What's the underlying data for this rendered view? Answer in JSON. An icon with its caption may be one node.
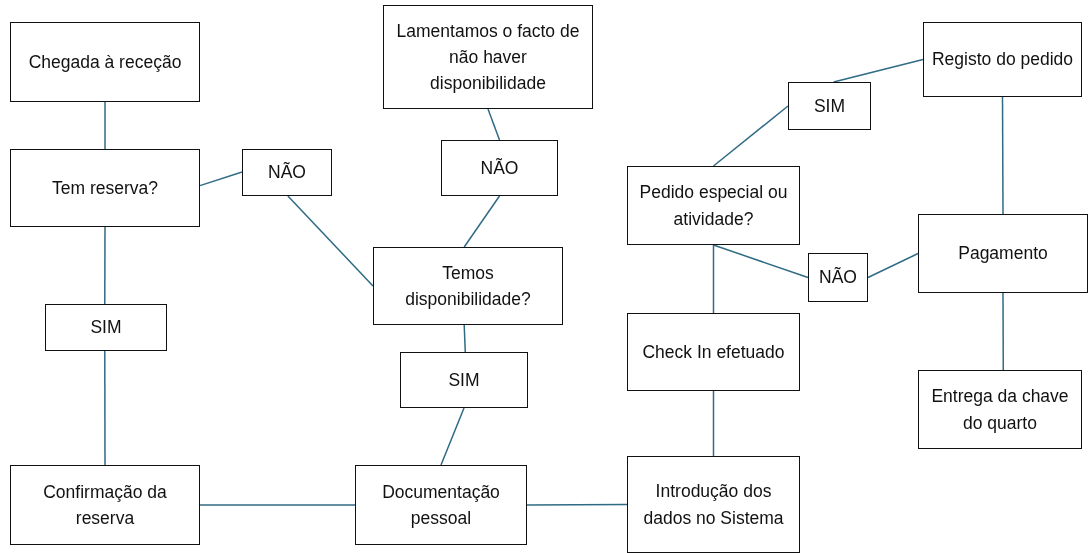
{
  "diagram": {
    "nodes": [
      {
        "text": [
          "Chegada à receção"
        ]
      },
      {
        "text": [
          "Tem reserva?"
        ]
      },
      {
        "text": [
          "NÃO"
        ]
      },
      {
        "text": [
          "SIM"
        ]
      },
      {
        "text": [
          "Confirmação da reserva"
        ]
      },
      {
        "text": [
          "Lamentamos o facto de não haver disponibilidade"
        ]
      },
      {
        "text": [
          "NÃO"
        ]
      },
      {
        "text": [
          "Temos disponibilidade?"
        ]
      },
      {
        "text": [
          "SIM"
        ]
      },
      {
        "text": [
          "Documentação pessoal"
        ]
      },
      {
        "text": [
          "Introdução dos dados no Sistema"
        ]
      },
      {
        "text": [
          "Check In efetuado"
        ]
      },
      {
        "text": [
          "Pedido especial ou atividade?"
        ]
      },
      {
        "text": [
          "SIM"
        ]
      },
      {
        "text": [
          "Registo do pedido"
        ]
      },
      {
        "text": [
          "NÃO"
        ]
      },
      {
        "text": [
          "Pagamento"
        ]
      },
      {
        "text": [
          "Entrega da chave do quarto"
        ]
      }
    ],
    "edges": [
      {
        "from": 0,
        "to": 1,
        "arrow": "none"
      },
      {
        "from": 1,
        "to": 2,
        "arrow": "none"
      },
      {
        "from": 1,
        "to": 3,
        "arrow": "none"
      },
      {
        "from": 3,
        "to": 4,
        "arrow": "none"
      },
      {
        "from": 2,
        "to": 7,
        "arrow": "none"
      },
      {
        "from": 5,
        "to": 6,
        "arrow": "none"
      },
      {
        "from": 6,
        "to": 7,
        "arrow": "none"
      },
      {
        "from": 7,
        "to": 8,
        "arrow": "none"
      },
      {
        "from": 8,
        "to": 9,
        "arrow": "none"
      },
      {
        "from": 4,
        "to": 9,
        "arrow": "none"
      },
      {
        "from": 9,
        "to": 10,
        "arrow": "none"
      },
      {
        "from": 10,
        "to": 11,
        "arrow": "none"
      },
      {
        "from": 11,
        "to": 12,
        "arrow": "none"
      },
      {
        "from": 12,
        "to": 13,
        "arrow": "none"
      },
      {
        "from": 13,
        "to": 14,
        "arrow": "none"
      },
      {
        "from": 12,
        "to": 15,
        "arrow": "none"
      },
      {
        "from": 15,
        "to": 16,
        "arrow": "none"
      },
      {
        "from": 14,
        "to": 16,
        "arrow": "none"
      },
      {
        "from": 16,
        "to": 17,
        "arrow": "none"
      }
    ]
  }
}
